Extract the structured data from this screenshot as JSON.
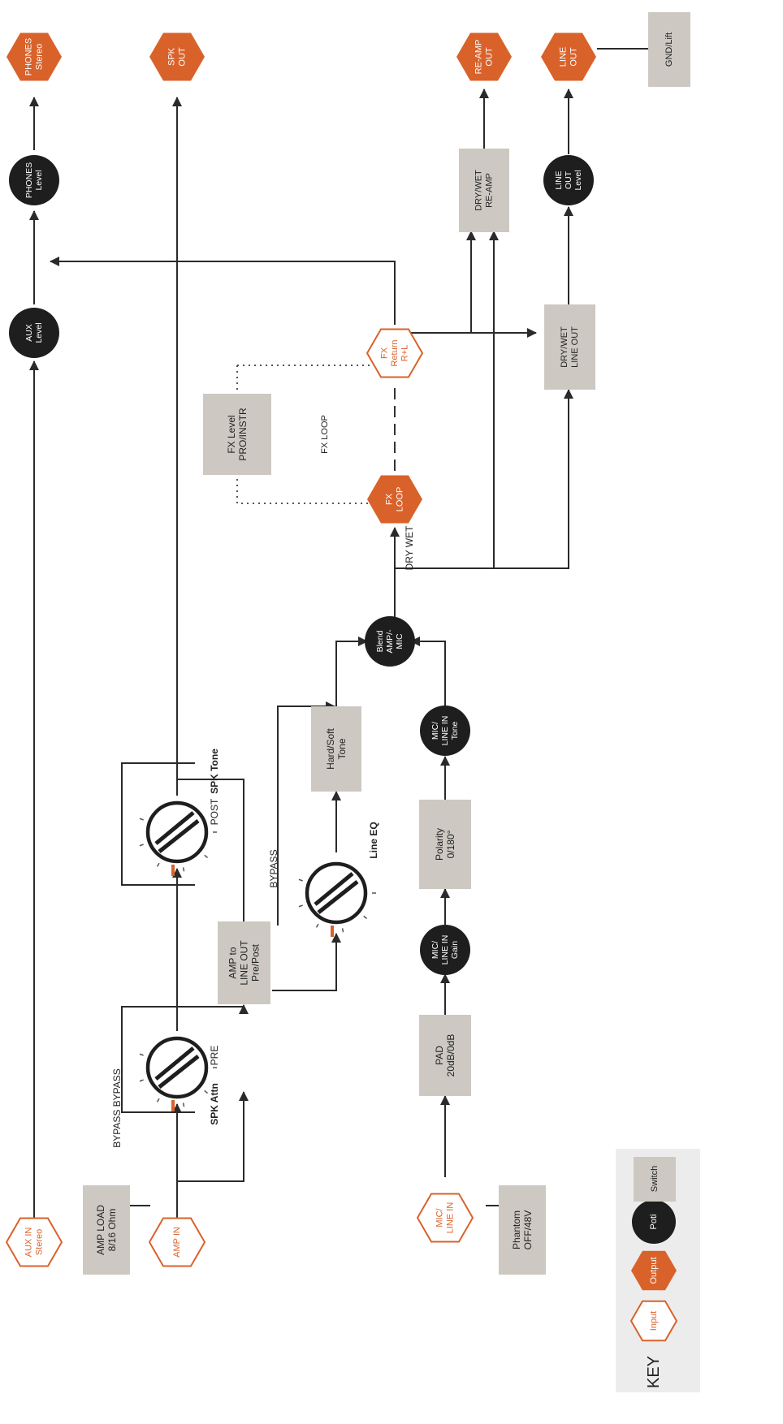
{
  "colors": {
    "output": "#d9622b",
    "input_stroke": "#d9622b",
    "knob": "#1e1e1e",
    "switch": "#cdc9c2",
    "key_bg": "#ececec",
    "wire": "#2a2a2a",
    "marker": "#d9622b"
  },
  "outputs": {
    "phones": [
      "PHONES",
      "Stereo"
    ],
    "spk_out": [
      "SPK",
      "OUT"
    ],
    "reamp_out": [
      "RE-AMP",
      "OUT"
    ],
    "line_out": [
      "LINE",
      "OUT"
    ],
    "fx_loop": [
      "FX",
      "LOOP"
    ]
  },
  "inputs": {
    "aux_in": [
      "AUX IN",
      "Stereo"
    ],
    "amp_in": [
      "AMP IN"
    ],
    "mic_line_in": [
      "MIC/",
      "LINE IN"
    ],
    "fx_return": [
      "FX",
      "Return",
      "R+L"
    ]
  },
  "potis": {
    "phones_level": [
      "PHONES",
      "Level"
    ],
    "aux_level": [
      "AUX",
      "Level"
    ],
    "line_out_level": [
      "LINE",
      "OUT",
      "Level"
    ],
    "blend": [
      "Blend",
      "AMP/-",
      "MIC"
    ],
    "mic_tone": [
      "MIC/",
      "LINE IN",
      "Tone"
    ],
    "mic_gain": [
      "MIC/",
      "LINE IN",
      "Gain"
    ]
  },
  "switches": {
    "gnd_lift": [
      "GND/Lift"
    ],
    "dry_wet_reamp": [
      "DRY/WET",
      "RE-AMP"
    ],
    "dry_wet_line_out": [
      "DRY/WET",
      "LINE OUT"
    ],
    "fx_level": [
      "FX Level",
      "PRO/INSTR"
    ],
    "hard_soft": [
      "Hard/Soft",
      "Tone"
    ],
    "polarity": [
      "Polarity",
      "0/180°"
    ],
    "amp_to_line_out": [
      "AMP to",
      "LINE OUT",
      "Pre/Post"
    ],
    "pad": [
      "PAD",
      "20dB/0dB"
    ],
    "amp_load": [
      "AMP LOAD",
      "8/16 Ohm"
    ],
    "phantom": [
      "Phantom",
      "OFF/48V"
    ]
  },
  "rotaries": {
    "spk_attn": "SPK Attn",
    "spk_tone": "SPK Tone",
    "line_eq": "Line EQ"
  },
  "labels": {
    "bypass_bypass": "BYPASS BYPASS",
    "pre": "PRE",
    "post": "POST",
    "bypass": "BYPASS",
    "fx_loop_text": "FX LOOP",
    "dry_wet_text": "DRY WET"
  },
  "key": {
    "title": "KEY",
    "input": "Input",
    "output": "Output",
    "poti": "Poti",
    "switch": "Switch"
  }
}
